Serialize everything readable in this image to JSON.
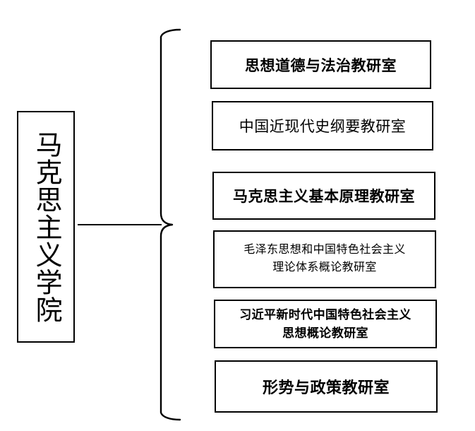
{
  "diagram": {
    "type": "organizational-chart",
    "orientation": "left-to-right",
    "connector_style": "curly-brace",
    "colors": {
      "background": "#ffffff",
      "line": "#000000",
      "text": "#000000",
      "box_fill": "#ffffff"
    },
    "root": {
      "label": "马克思主义学院",
      "text_direction": "vertical"
    },
    "children": [
      {
        "label": "思想道德与法治教研室",
        "emphasis": "bold"
      },
      {
        "label": "中国近现代史纲要教研室",
        "emphasis": "regular"
      },
      {
        "label": "马克思主义基本原理教研室",
        "emphasis": "bold"
      },
      {
        "label": "毛泽东思想和中国特色社会主义\n理论体系概论教研室",
        "emphasis": "regular"
      },
      {
        "label": "习近平新时代中国特色社会主义\n思想概论教研室",
        "emphasis": "bold"
      },
      {
        "label": "形势与政策教研室",
        "emphasis": "bold"
      }
    ]
  }
}
